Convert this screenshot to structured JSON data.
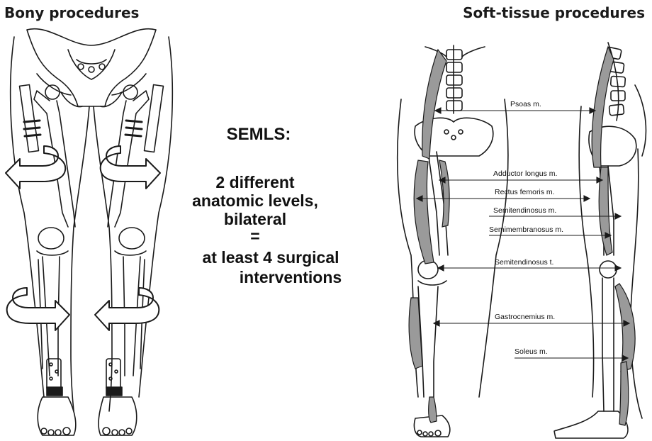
{
  "titles": {
    "left": "Bony procedures",
    "right": "Soft-tissue procedures"
  },
  "center": {
    "heading": "SEMLS:",
    "line1": "2 different",
    "line2": "anatomic levels,",
    "line3": "bilateral",
    "line4": "=",
    "line5": "at least 4 surgical",
    "line6": "interventions"
  },
  "muscle_labels": [
    "Psoas m.",
    "Adductor longus m.",
    "Rectus femoris m.",
    "Semitendinosus m.",
    "Semimembranosus m.",
    "Semitendinosus t.",
    "Gastrocnemius m.",
    "Soleus m."
  ],
  "colors": {
    "outline": "#1a1a1a",
    "muscle_fill": "#9a9a9a",
    "background": "#ffffff"
  }
}
